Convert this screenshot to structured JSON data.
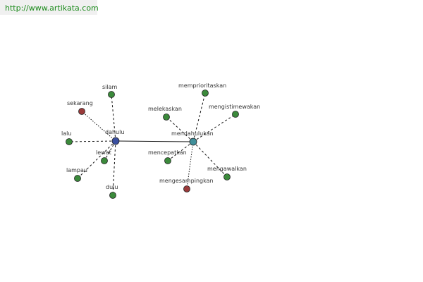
{
  "header": {
    "url": "http://www.artikata.com"
  },
  "colors": {
    "hub_dahulu": "#3a4fa0",
    "hub_mendahulukan": "#3f8f9a",
    "synonym": "#3b8a3b",
    "antonym": "#9a3a3a",
    "edge": "#111111",
    "label": "#333333",
    "url_text": "#1a8a1a"
  },
  "graph": {
    "hubs": [
      {
        "id": "dahulu",
        "label": "dahulu",
        "color_key": "hub_dahulu"
      },
      {
        "id": "mendahulukan",
        "label": "mendahulukan",
        "color_key": "hub_mendahulukan"
      }
    ],
    "links": [
      {
        "from": "dahulu",
        "to": "mendahulukan",
        "style": "solid"
      }
    ],
    "nodes": [
      {
        "id": "silam",
        "label": "silam",
        "hub": "dahulu",
        "kind": "synonym"
      },
      {
        "id": "sekarang",
        "label": "sekarang",
        "hub": "dahulu",
        "kind": "antonym"
      },
      {
        "id": "lalu",
        "label": "lalu",
        "hub": "dahulu",
        "kind": "synonym"
      },
      {
        "id": "lewat",
        "label": "lewat",
        "hub": "dahulu",
        "kind": "synonym"
      },
      {
        "id": "lampau",
        "label": "lampau",
        "hub": "dahulu",
        "kind": "synonym"
      },
      {
        "id": "dulu",
        "label": "dulu",
        "hub": "dahulu",
        "kind": "synonym"
      },
      {
        "id": "memprioritaskan",
        "label": "memprioritaskan",
        "hub": "mendahulukan",
        "kind": "synonym"
      },
      {
        "id": "melekaskan",
        "label": "melekaskan",
        "hub": "mendahulukan",
        "kind": "synonym"
      },
      {
        "id": "mengistimewakan",
        "label": "mengistimewakan",
        "hub": "mendahulukan",
        "kind": "synonym"
      },
      {
        "id": "mencepatkan",
        "label": "mencepatkan",
        "hub": "mendahulukan",
        "kind": "synonym"
      },
      {
        "id": "mengawalkan",
        "label": "mengawalkan",
        "hub": "mendahulukan",
        "kind": "synonym"
      },
      {
        "id": "mengesampingkan",
        "label": "mengesampingkan",
        "hub": "mendahulukan",
        "kind": "antonym"
      }
    ]
  }
}
